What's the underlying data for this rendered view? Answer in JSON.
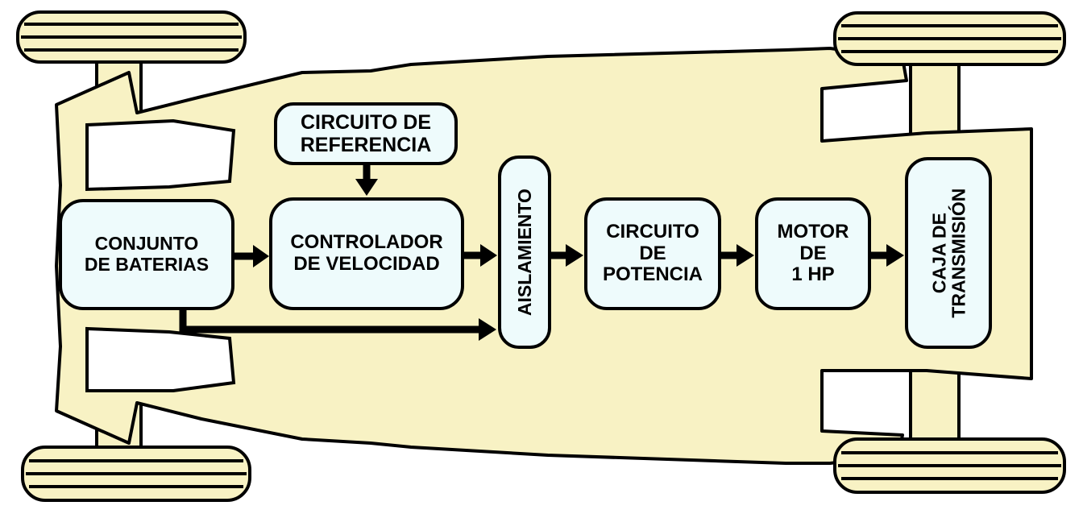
{
  "colors": {
    "chassis": "#f8f2c4",
    "block_fill": "#eefbfc",
    "outline": "#000000"
  },
  "blocks": {
    "referencia": "CIRCUITO DE\nREFERENCIA",
    "baterias": "CONJUNTO\nDE BATERIAS",
    "controlador": "CONTROLADOR\nDE VELOCIDAD",
    "aislamiento": "AISLAMIENTO",
    "potencia": "CIRCUITO\nDE\nPOTENCIA",
    "motor": "MOTOR\nDE\n1 HP",
    "caja": "CAJA DE\nTRANSMISIÓN"
  }
}
